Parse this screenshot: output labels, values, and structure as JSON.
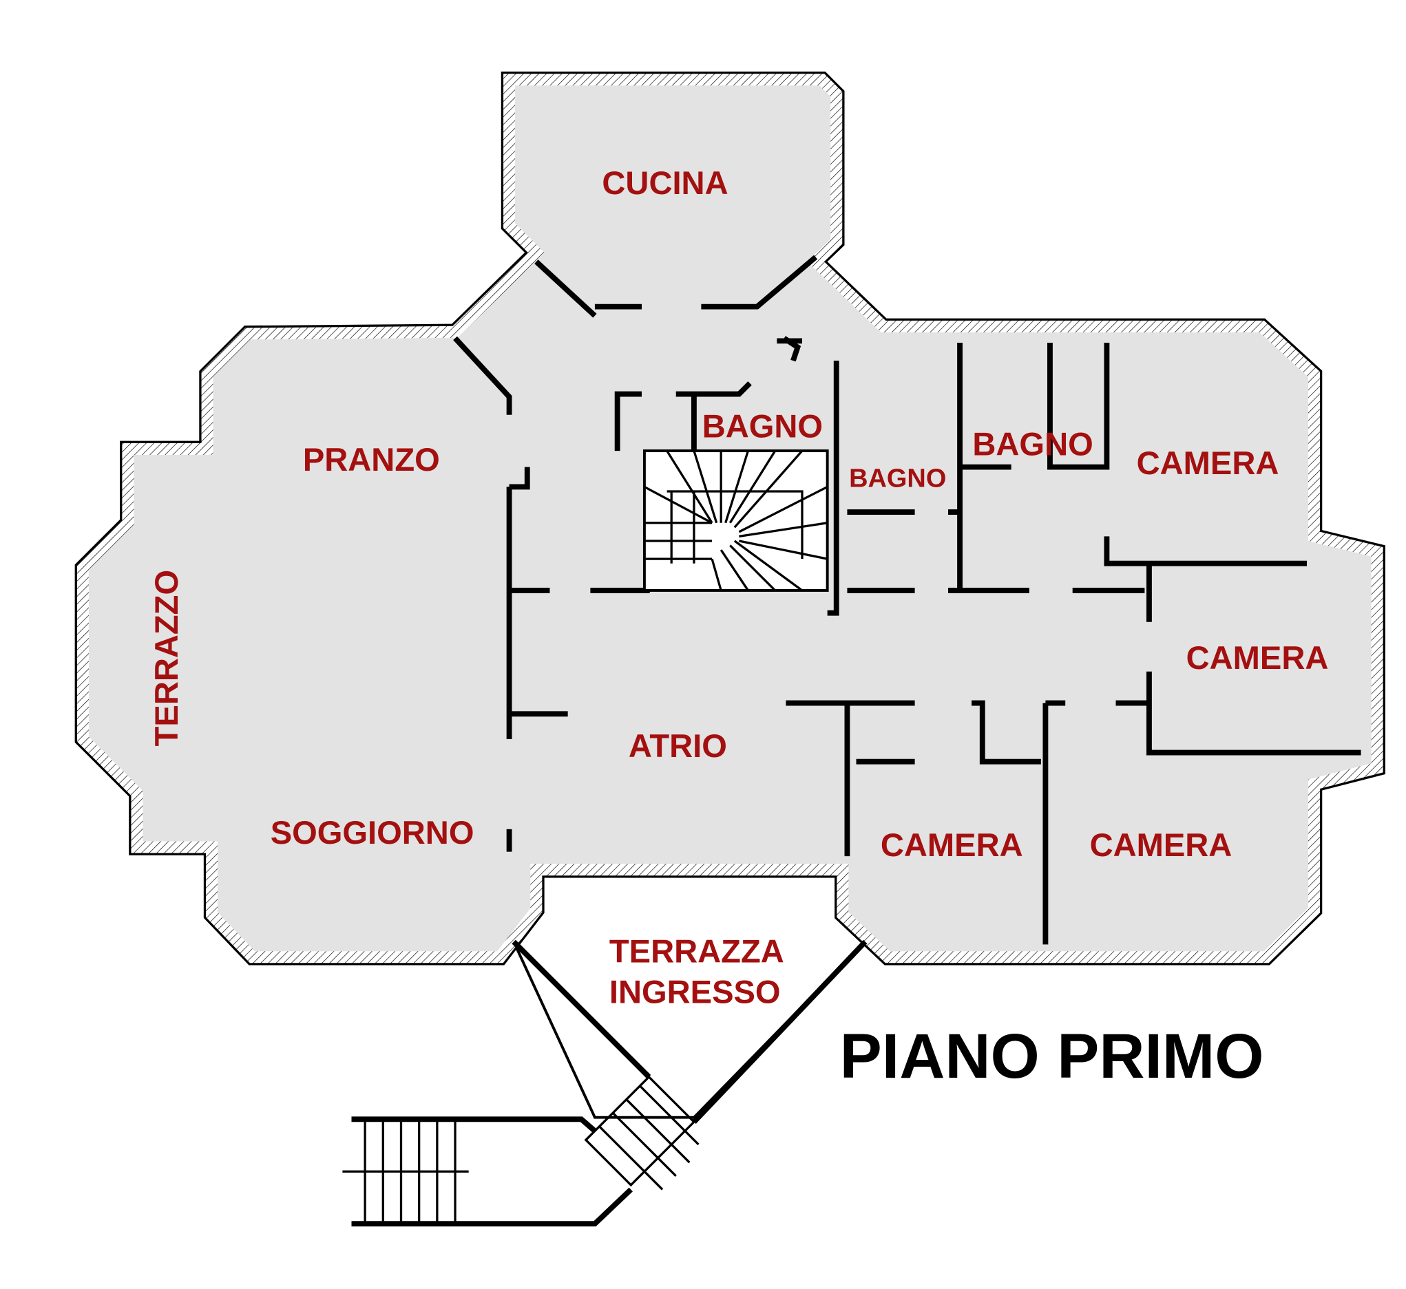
{
  "plan": {
    "title": "PIANO PRIMO",
    "colors": {
      "label": "#a3100f",
      "room_fill": "#e3e3e3",
      "wall": "#000000"
    },
    "rooms": [
      {
        "id": "cucina",
        "label": "CUCINA"
      },
      {
        "id": "bagno-1",
        "label": "BAGNO"
      },
      {
        "id": "pranzo",
        "label": "PRANZO"
      },
      {
        "id": "bagno-2",
        "label": "BAGNO"
      },
      {
        "id": "bagno-3",
        "label": "BAGNO"
      },
      {
        "id": "camera-1",
        "label": "CAMERA"
      },
      {
        "id": "terrazzo",
        "label": "TERRAZZO"
      },
      {
        "id": "camera-2",
        "label": "CAMERA"
      },
      {
        "id": "atrio",
        "label": "ATRIO"
      },
      {
        "id": "soggiorno",
        "label": "SOGGIORNO"
      },
      {
        "id": "camera-3",
        "label": "CAMERA"
      },
      {
        "id": "camera-4",
        "label": "CAMERA"
      },
      {
        "id": "terrazza-ingresso",
        "label_line1": "TERRAZZA",
        "label_line2": "INGRESSO"
      }
    ]
  }
}
